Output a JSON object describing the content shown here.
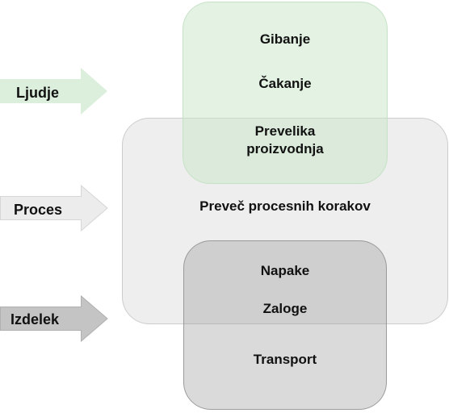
{
  "diagram": {
    "colors": {
      "people_box": "#dcefdc",
      "process_box": "#ececec",
      "product_box": "#cfcfcf",
      "people_arrow": "#dcefdc",
      "process_arrow": "#ececec",
      "product_arrow": "#c4c4c4"
    },
    "arrows": {
      "people": "Ljudje",
      "process": "Proces",
      "product": "Izdelek"
    },
    "wastes": {
      "motion": "Gibanje",
      "waiting": "Čakanje",
      "overproduction": "Prevelika proizvodnja",
      "overprocessing": "Preveč procesnih korakov",
      "defects": "Napake",
      "inventory": "Zaloge",
      "transport": "Transport"
    }
  }
}
